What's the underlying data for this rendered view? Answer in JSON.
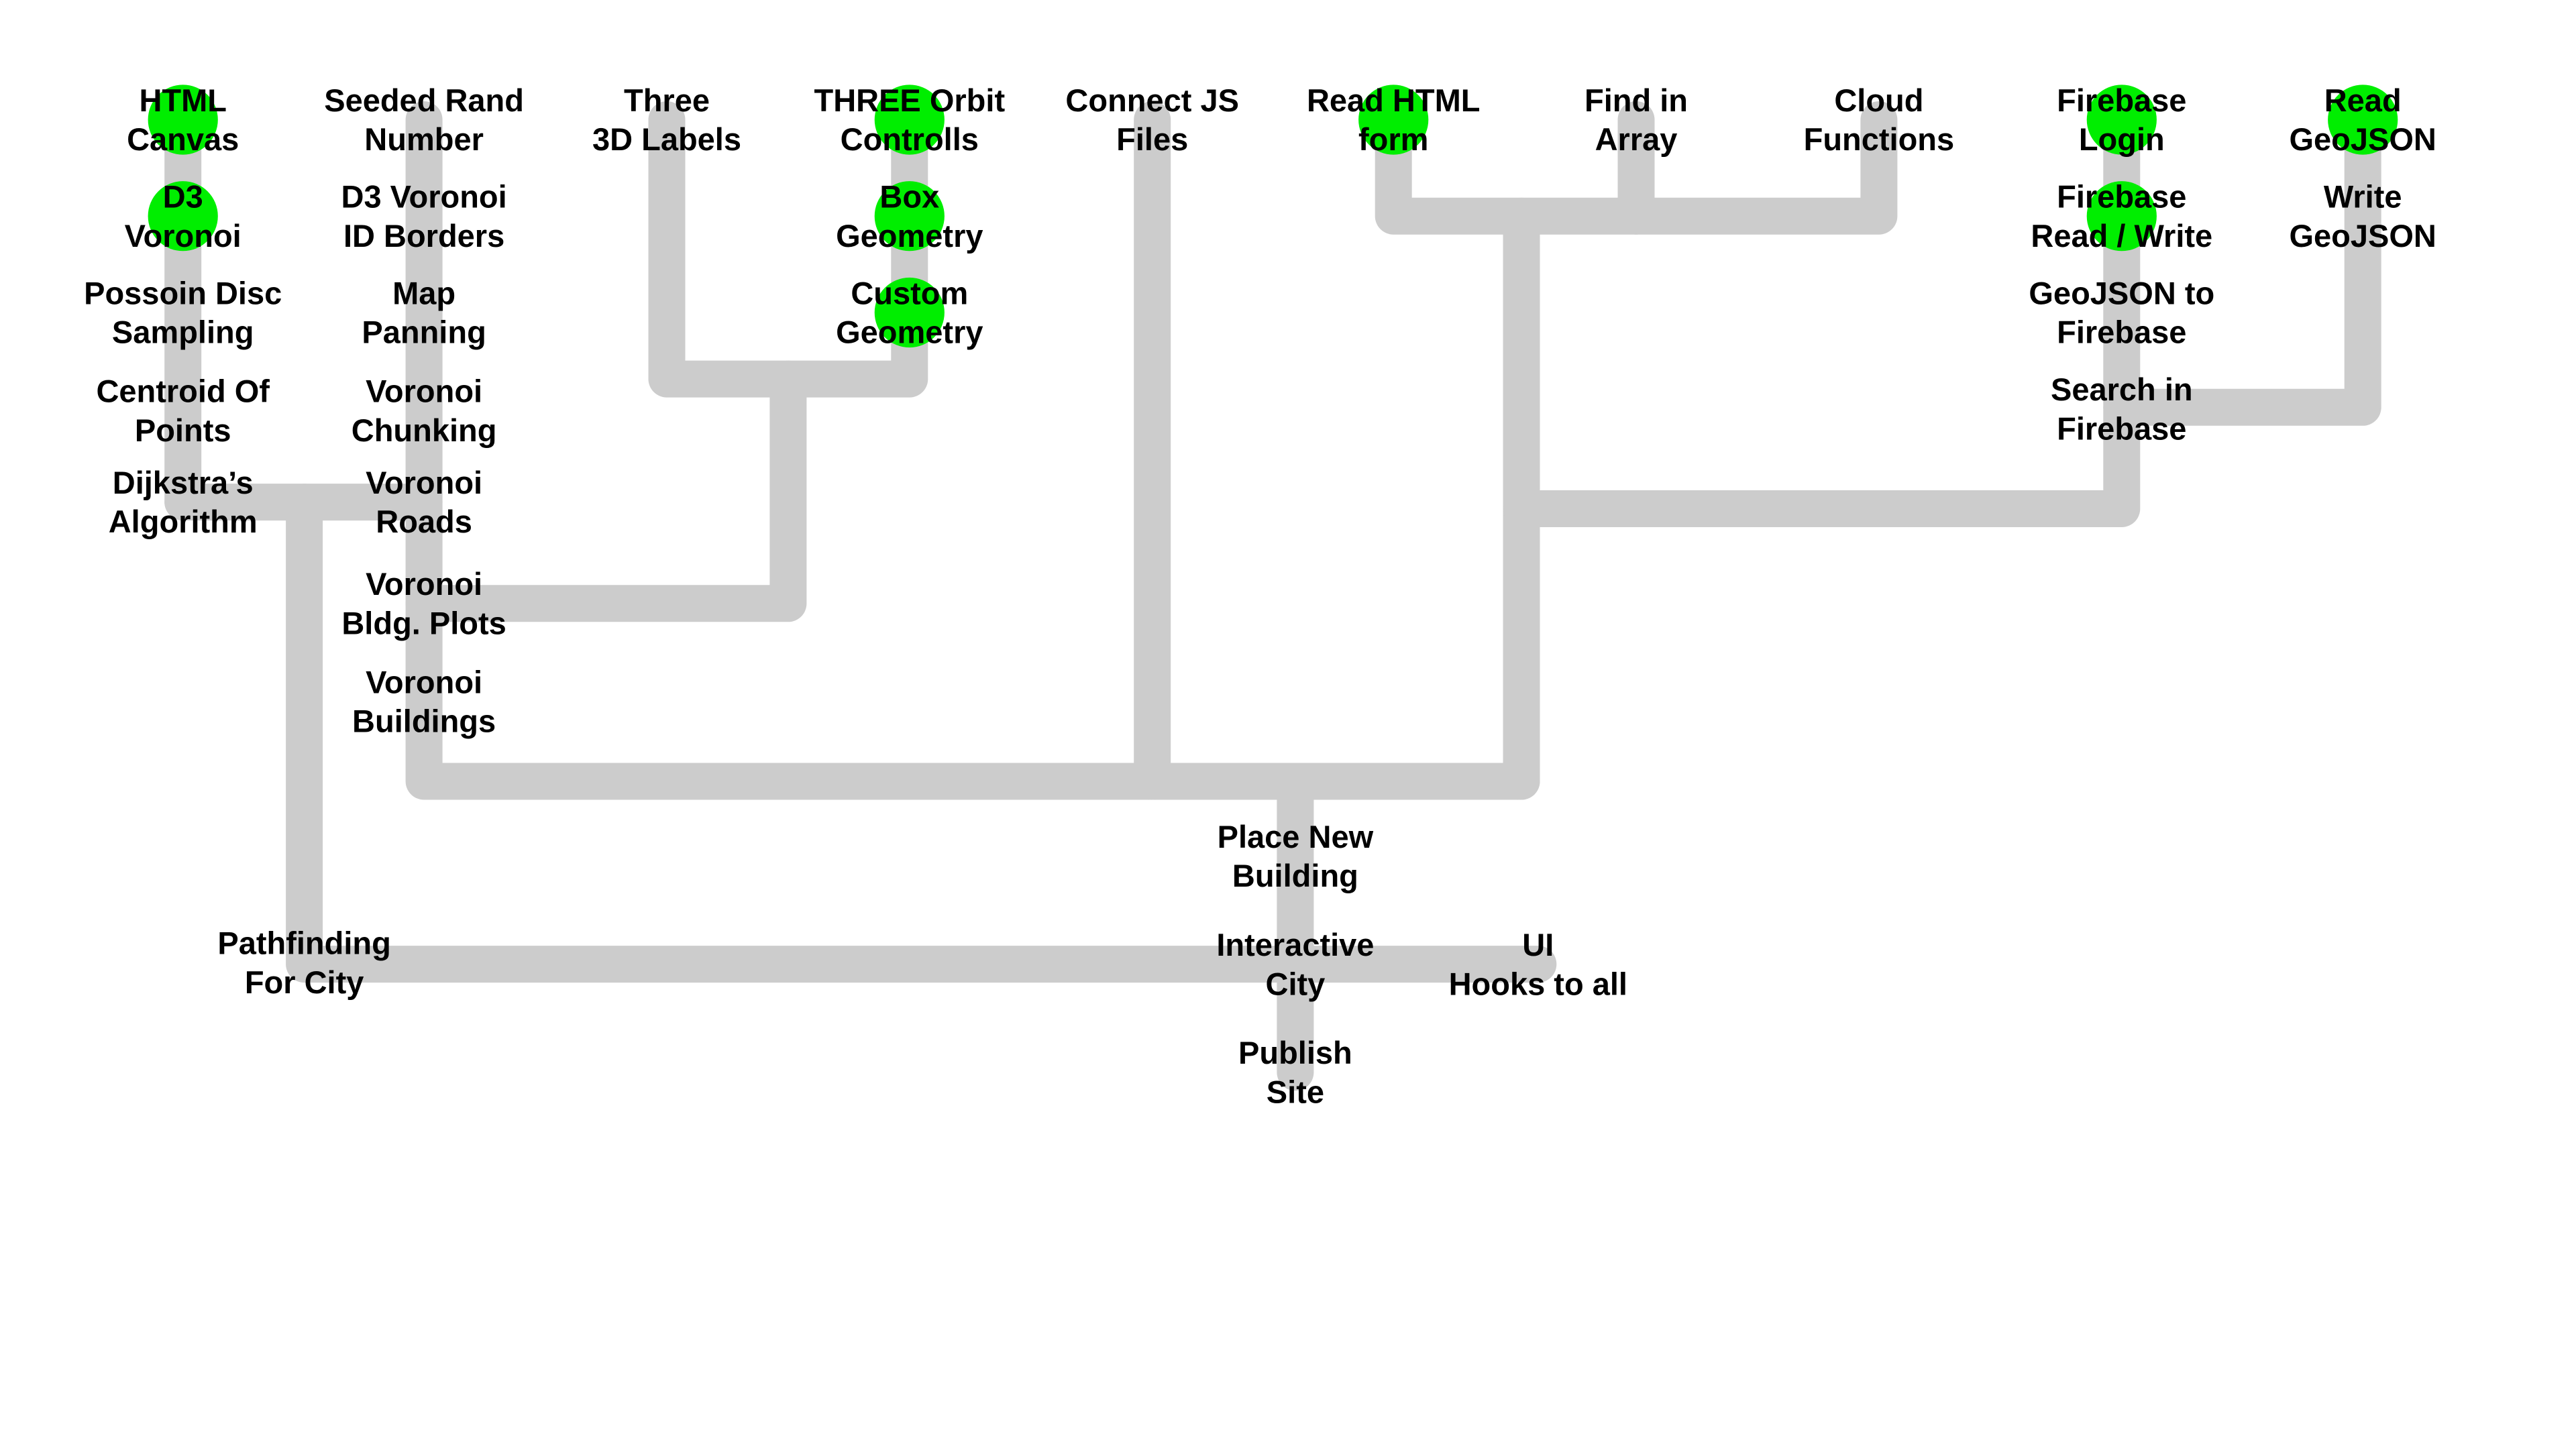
{
  "colors": {
    "background": "#ffffff",
    "connector": "#cccccc",
    "completed_marker": "#00ee00",
    "label": "#000000"
  },
  "nodes": [
    {
      "id": "html-canvas",
      "lines": [
        "HTML",
        "Canvas"
      ],
      "completed": true
    },
    {
      "id": "d3-voronoi",
      "lines": [
        "D3",
        "Voronoi"
      ],
      "completed": true
    },
    {
      "id": "poisson-disc-sampling",
      "lines": [
        "Possoin Disc",
        "Sampling"
      ],
      "completed": false
    },
    {
      "id": "centroid-of-points",
      "lines": [
        "Centroid Of",
        "Points"
      ],
      "completed": false
    },
    {
      "id": "dijkstras-algorithm",
      "lines": [
        "Dijkstra’s",
        "Algorithm"
      ],
      "completed": false
    },
    {
      "id": "seeded-rand-number",
      "lines": [
        "Seeded Rand",
        "Number"
      ],
      "completed": false
    },
    {
      "id": "d3-voronoi-id-borders",
      "lines": [
        "D3 Voronoi",
        "ID Borders"
      ],
      "completed": false
    },
    {
      "id": "map-panning",
      "lines": [
        "Map",
        "Panning"
      ],
      "completed": false
    },
    {
      "id": "voronoi-chunking",
      "lines": [
        "Voronoi",
        "Chunking"
      ],
      "completed": false
    },
    {
      "id": "voronoi-roads",
      "lines": [
        "Voronoi",
        "Roads"
      ],
      "completed": false
    },
    {
      "id": "voronoi-bldg-plots",
      "lines": [
        "Voronoi",
        "Bldg. Plots"
      ],
      "completed": false
    },
    {
      "id": "voronoi-buildings",
      "lines": [
        "Voronoi",
        "Buildings"
      ],
      "completed": false
    },
    {
      "id": "three-3d-labels",
      "lines": [
        "Three",
        "3D Labels"
      ],
      "completed": false
    },
    {
      "id": "three-orbit-controlls",
      "lines": [
        "THREE Orbit",
        "Controlls"
      ],
      "completed": true
    },
    {
      "id": "box-geometry",
      "lines": [
        "Box",
        "Geometry"
      ],
      "completed": true
    },
    {
      "id": "custom-geometry",
      "lines": [
        "Custom",
        "Geometry"
      ],
      "completed": true
    },
    {
      "id": "connect-js-files",
      "lines": [
        "Connect JS",
        "Files"
      ],
      "completed": false
    },
    {
      "id": "read-html-form",
      "lines": [
        "Read HTML",
        "form"
      ],
      "completed": true
    },
    {
      "id": "find-in-array",
      "lines": [
        "Find in",
        "Array"
      ],
      "completed": false
    },
    {
      "id": "cloud-functions",
      "lines": [
        "Cloud",
        "Functions"
      ],
      "completed": false
    },
    {
      "id": "firebase-login",
      "lines": [
        "Firebase",
        "Login"
      ],
      "completed": true
    },
    {
      "id": "firebase-read-write",
      "lines": [
        "Firebase",
        "Read / Write"
      ],
      "completed": true
    },
    {
      "id": "geojson-to-firebase",
      "lines": [
        "GeoJSON to",
        "Firebase"
      ],
      "completed": false
    },
    {
      "id": "search-in-firebase",
      "lines": [
        "Search in",
        "Firebase"
      ],
      "completed": false
    },
    {
      "id": "read-geojson",
      "lines": [
        "Read",
        "GeoJSON"
      ],
      "completed": true
    },
    {
      "id": "write-geojson",
      "lines": [
        "Write",
        "GeoJSON"
      ],
      "completed": false
    },
    {
      "id": "place-new-building",
      "lines": [
        "Place New",
        "Building"
      ],
      "completed": false
    },
    {
      "id": "pathfinding-for-city",
      "lines": [
        "Pathfinding",
        "For City"
      ],
      "completed": false
    },
    {
      "id": "interactive-city",
      "lines": [
        "Interactive",
        "City"
      ],
      "completed": false
    },
    {
      "id": "ui-hooks-to-all",
      "lines": [
        "UI",
        "Hooks to all"
      ],
      "completed": false
    },
    {
      "id": "publish-site",
      "lines": [
        "Publish",
        "Site"
      ],
      "completed": false
    }
  ]
}
